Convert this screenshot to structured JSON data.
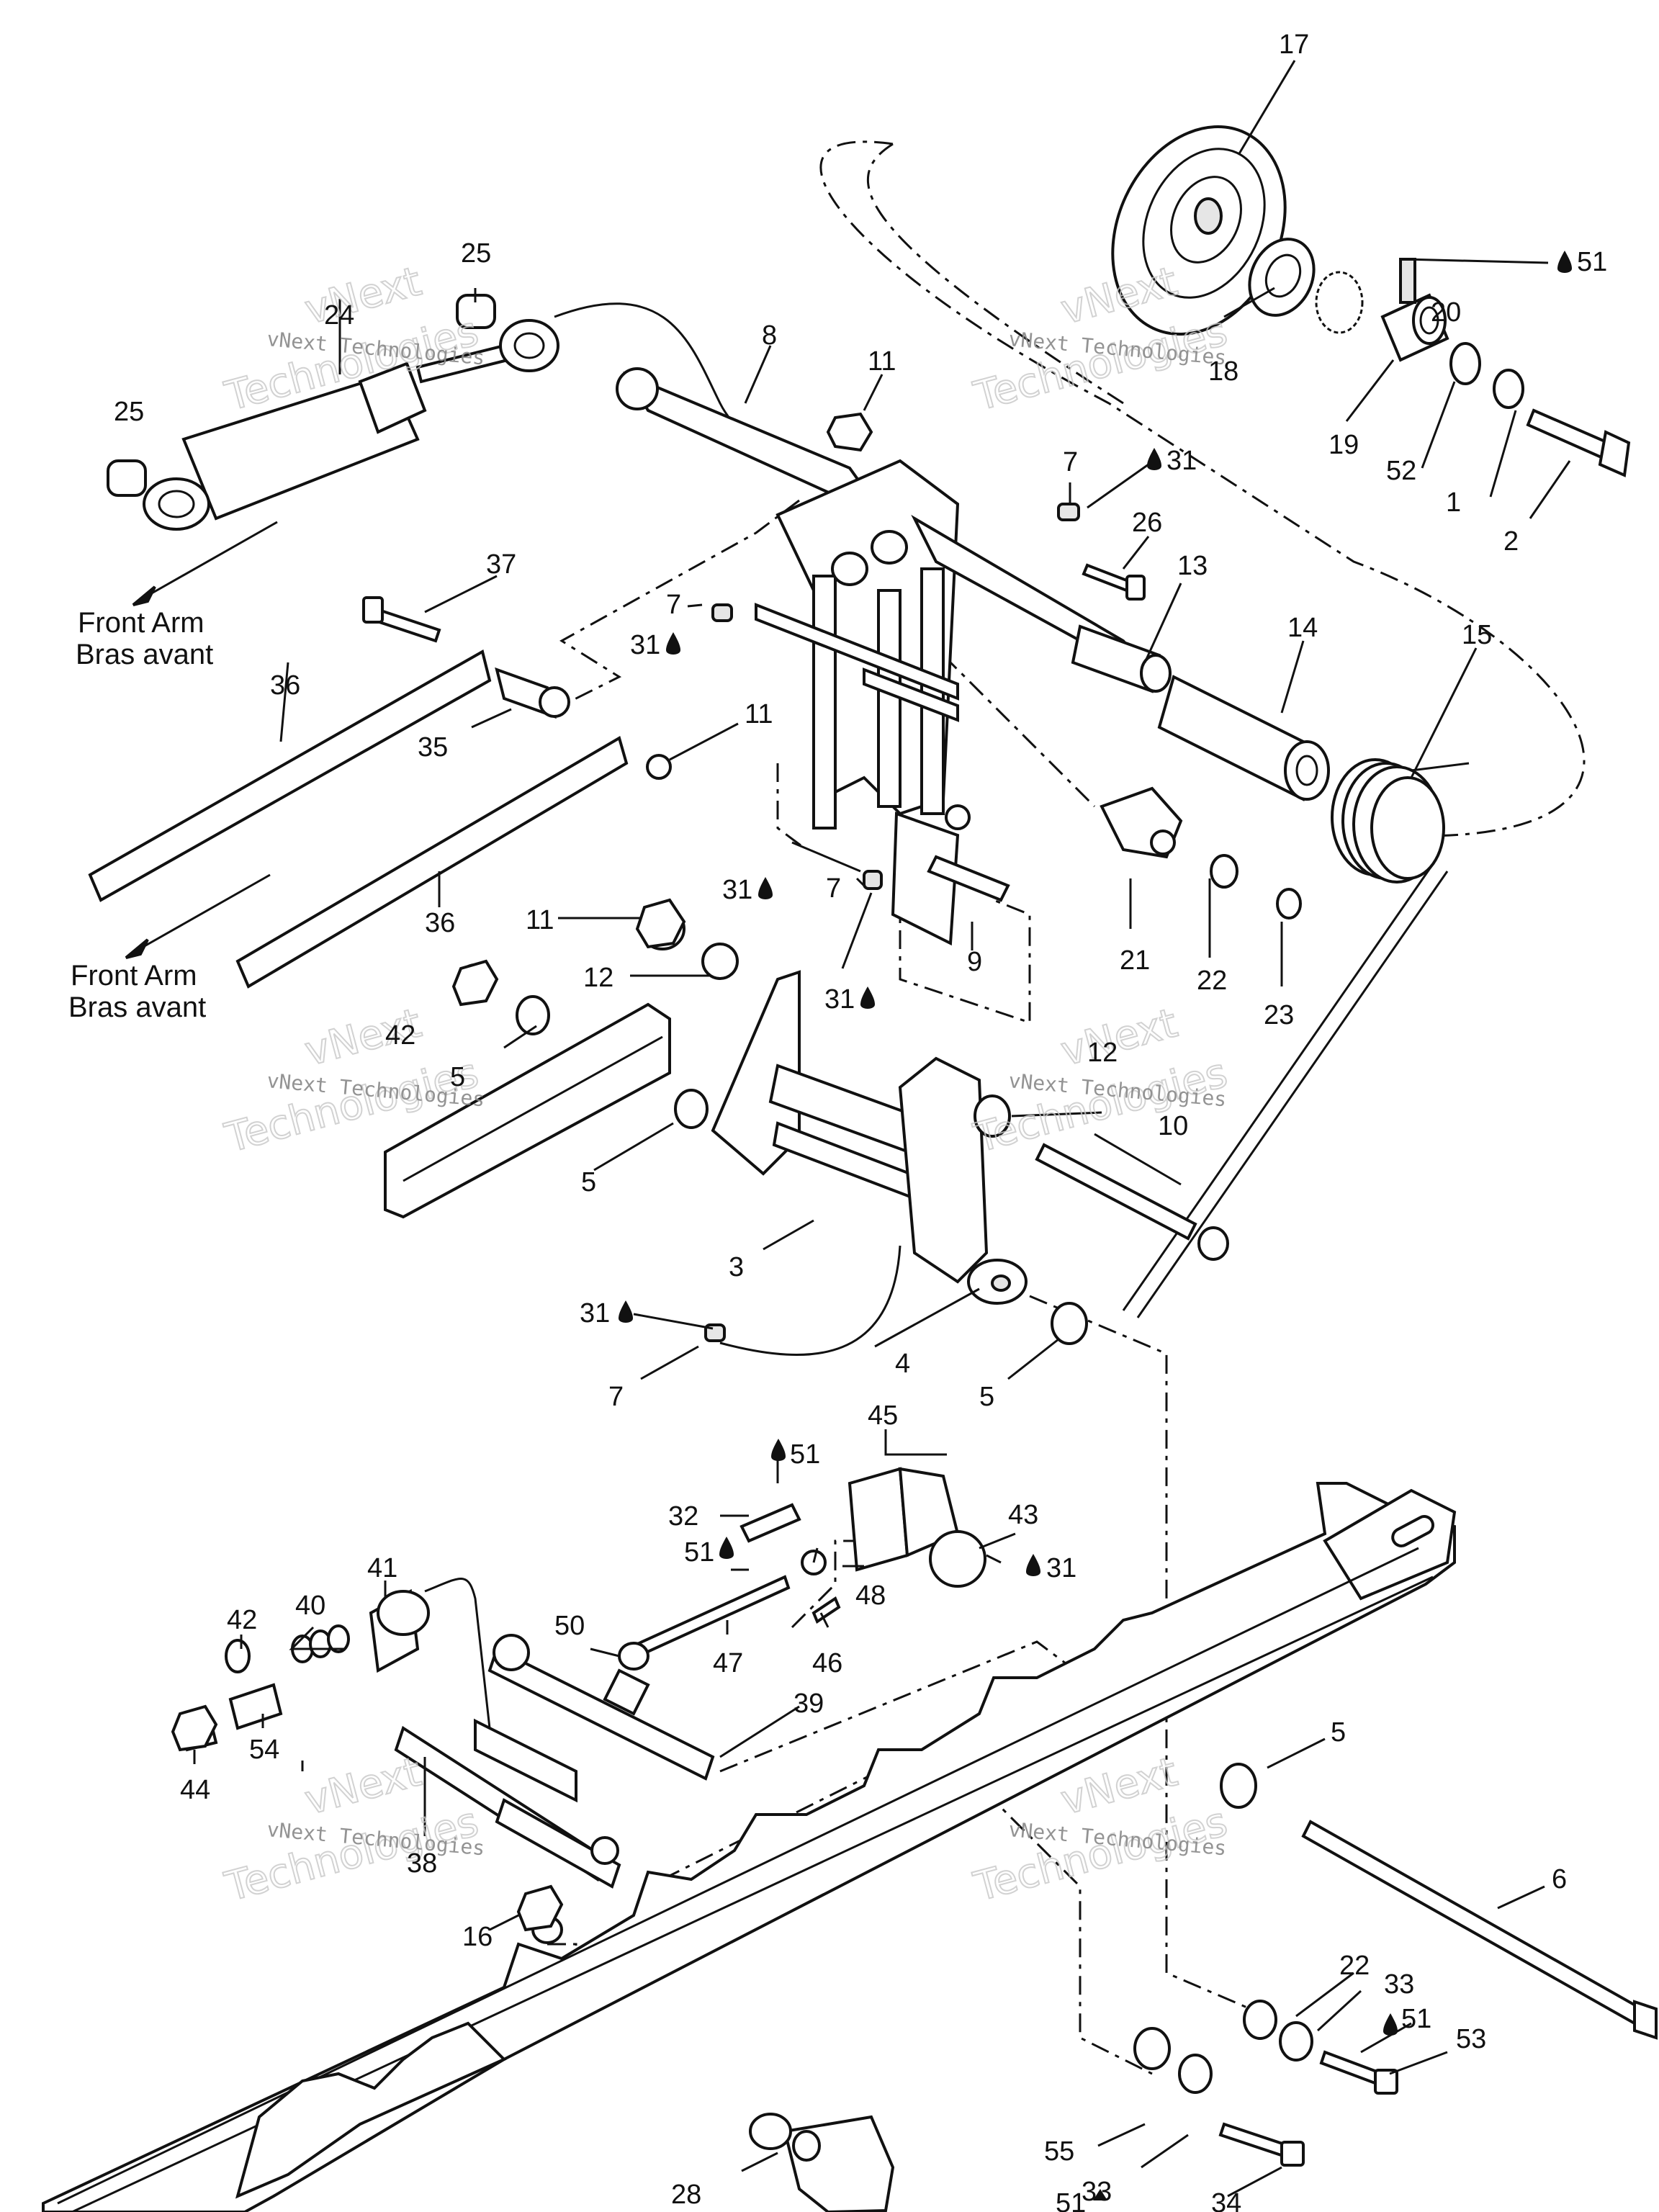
{
  "diagram": {
    "callouts": {
      "c1": "1",
      "c2": "2",
      "c3": "3",
      "c4": "4",
      "c5a": "5",
      "c5b": "5",
      "c5c": "5",
      "c5d": "5",
      "c6": "6",
      "c7a": "7",
      "c7b": "7",
      "c7c": "7",
      "c7d": "7",
      "c8": "8",
      "c9": "9",
      "c10": "10",
      "c11a": "11",
      "c11b": "11",
      "c11c": "11",
      "c12a": "12",
      "c12b": "12",
      "c13": "13",
      "c14": "14",
      "c15": "15",
      "c16": "16",
      "c17": "17",
      "c18": "18",
      "c19": "19",
      "c20": "20",
      "c21": "21",
      "c22a": "22",
      "c22b": "22",
      "c23": "23",
      "c24": "24",
      "c25a": "25",
      "c25b": "25",
      "c26": "26",
      "c28": "28",
      "c31a": "31",
      "c31b": "31",
      "c31c": "31",
      "c31d": "31",
      "c31e": "31",
      "c31f": "31",
      "c32": "32",
      "c33a": "33",
      "c33b": "33",
      "c34": "34",
      "c35": "35",
      "c36a": "36",
      "c36b": "36",
      "c37": "37",
      "c38": "38",
      "c39": "39",
      "c40": "40",
      "c41": "41",
      "c42a": "42",
      "c42b": "42",
      "c43": "43",
      "c44": "44",
      "c45": "45",
      "c46": "46",
      "c47": "47",
      "c48": "48",
      "c50": "50",
      "c51a": "51",
      "c51b": "51",
      "c51c": "51",
      "c51d": "51",
      "c51e": "51",
      "c52": "52",
      "c53": "53",
      "c54": "54",
      "c55": "55"
    },
    "notes": {
      "front_arm_1_en": "Front Arm",
      "front_arm_1_fr": "Bras avant",
      "front_arm_2_en": "Front Arm",
      "front_arm_2_fr": "Bras avant"
    },
    "watermark": {
      "line1": "vNext",
      "line2": "Technologies",
      "small": "vNext Technologies"
    }
  }
}
